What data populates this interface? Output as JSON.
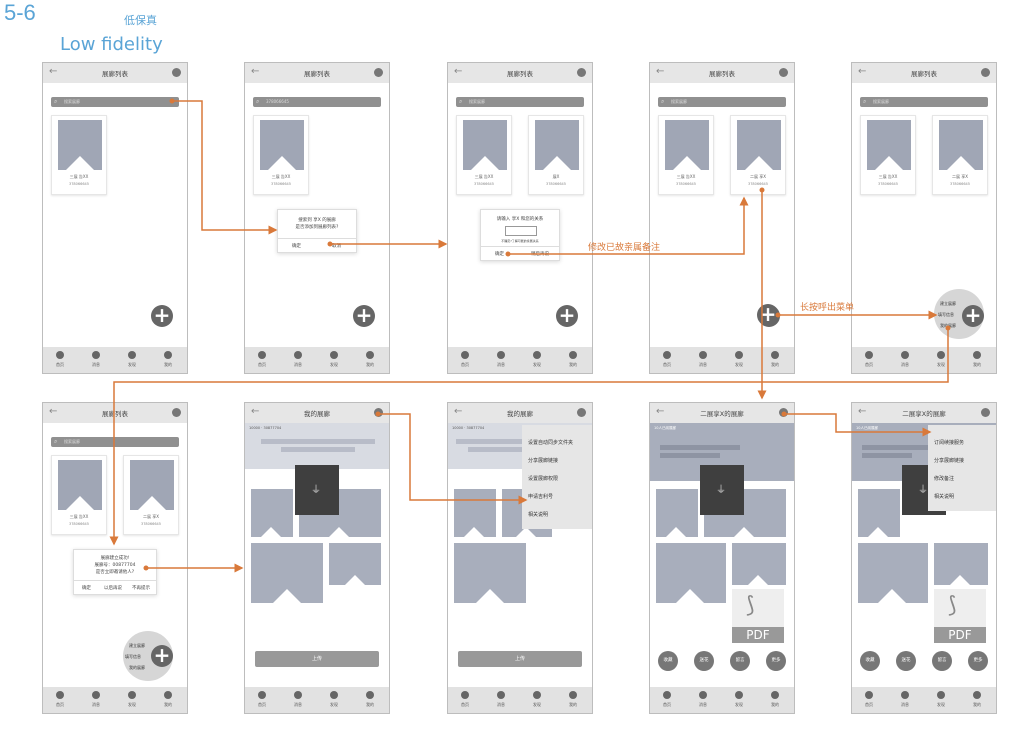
{
  "header": {
    "number": "5-6",
    "cn": "低保真",
    "en": "Low fidelity"
  },
  "screen": {
    "title_list": "展廊列表",
    "title_mine": "我的展廊",
    "title_x": "二展享X的展廊",
    "search_placeholder": "搜索展廊",
    "nav": [
      "首页",
      "消息",
      "发现",
      "我的"
    ],
    "card_a_name": "三展 告XX",
    "card_a_id": "378066645",
    "card_b_name": "展X",
    "card_b_name_2": "二展 享X",
    "card_b_id": "378066645"
  },
  "dialog1": {
    "line1": "搜索到 享X 的展廊",
    "line2": "是否添加到展廊列表?",
    "ok": "确定",
    "cancel": "取消"
  },
  "dialog2": {
    "line1": "请输入 享X 和您的关系",
    "hint": "不确定?了解可能的亲属关系",
    "ok": "确定",
    "cancel": "稍后再说"
  },
  "dialog3": {
    "line1": "展廊建立成功!",
    "line2": "展廊号：00877704",
    "line3": "是否立即邀请他人?",
    "b1": "确定",
    "b2": "以后再说",
    "b3": "不再提示"
  },
  "menu_mine": [
    "设置自动同步文件夹",
    "分享展廊链接",
    "设置展廊权限",
    "申请吉利号",
    "相关说明"
  ],
  "menu_x": [
    "订阅续接服务",
    "分享展廊链接",
    "修改备注",
    "相关说明"
  ],
  "radial": [
    "建立展廊",
    "填写信息",
    "我的展廊"
  ],
  "upload_label": "上传",
  "gallery_meta": "10000 · 30877704",
  "gallery_meta_x": "10人已阅展廊",
  "circle_actions": [
    "收藏",
    "送花",
    "留言",
    "更多"
  ],
  "pdf_label": "PDF",
  "annotations": {
    "edit_note": "修改已故亲属备注",
    "long_press": "长按呼出菜单"
  }
}
